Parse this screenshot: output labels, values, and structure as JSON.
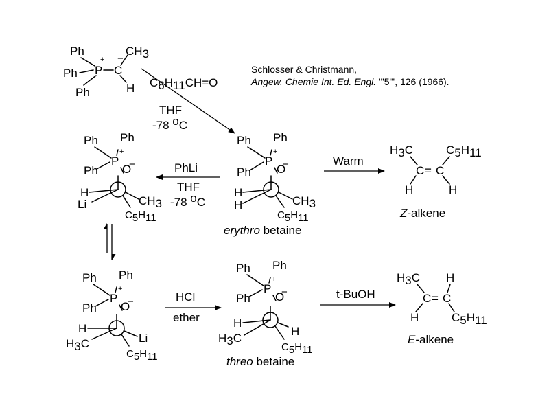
{
  "reference": {
    "authors": "Schlosser & Christmann,",
    "journal": "Angew. Chemie Int. Ed. Engl.",
    "volume": "\"'5\"'",
    "pages_year": ", 126 (1966)."
  },
  "reagents": {
    "aldehyde": {
      "C": "C",
      "sub6": "6",
      "H": "H",
      "sub11": "11",
      "tail": "CH=O"
    },
    "thf": "THF",
    "temperature": {
      "value": "-78 ",
      "degree": "o",
      "unit": "C"
    },
    "phli": "PhLi",
    "warm": "Warm",
    "hcl": "HCl",
    "ether": "ether",
    "tbuoh": "t-BuOH"
  },
  "atoms": {
    "ph": "Ph",
    "p": "P",
    "plus": "+",
    "minus": "−",
    "o": "O",
    "h": "H",
    "li": "Li",
    "c": "C",
    "eq": "=",
    "ch3": {
      "main": "CH",
      "sub": "3"
    },
    "h3c": {
      "main": "H",
      "sub": "3",
      "tail": "C"
    },
    "c5h11": {
      "c": "C",
      "s1": "5",
      "h": "H",
      "s2": "11"
    }
  },
  "labels": {
    "erythro": {
      "italic": "erythro",
      "rest": " betaine"
    },
    "threo": {
      "italic": "threo",
      "rest": " betaine"
    },
    "z_alkene": {
      "italic": "Z",
      "rest": "-alkene"
    },
    "e_alkene": {
      "italic": "E",
      "rest": "-alkene"
    }
  }
}
